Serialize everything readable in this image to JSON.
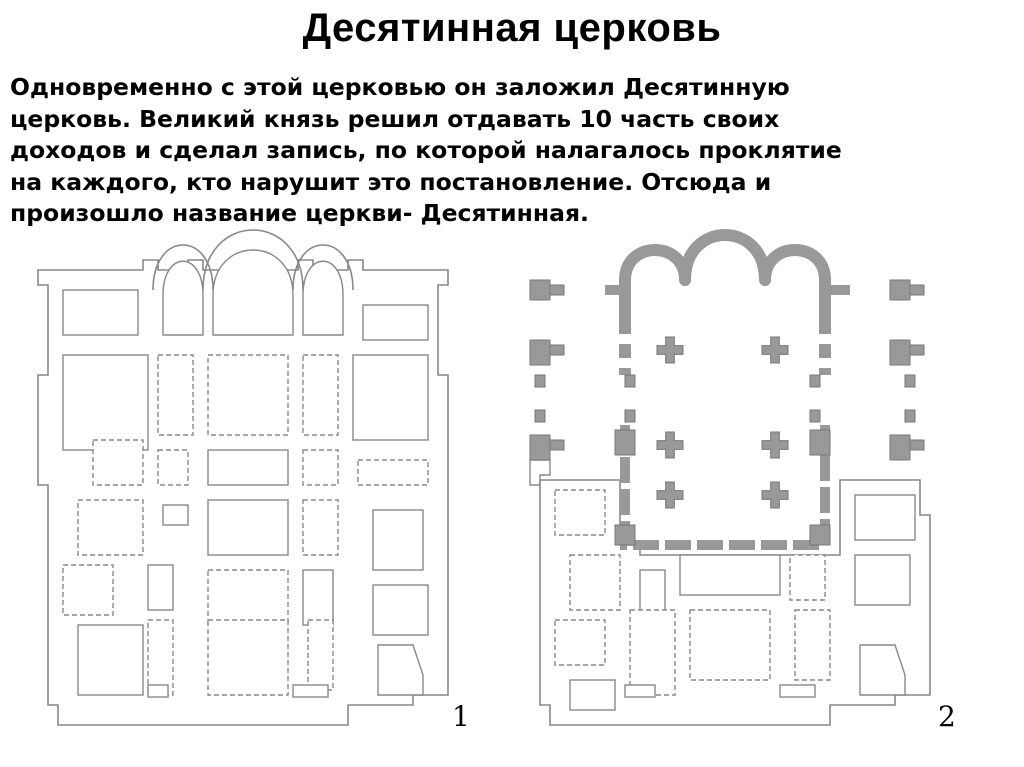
{
  "slide": {
    "title": "Десятинная церковь",
    "paragraph_lines": [
      "Одновременно с этой церковью он заложил Десятинную",
      "церковь. Великий князь решил отдавать 10 часть своих",
      "доходов и сделал запись, по которой налагалось проклятие",
      "на каждого, кто нарушит это постановление. Отсюда и",
      "произошло название церкви- Десятинная."
    ]
  },
  "figures": [
    {
      "number": "1",
      "kind": "floor-plan",
      "wall_color": "#888888",
      "fill": "#ffffff"
    },
    {
      "number": "2",
      "kind": "floor-plan",
      "wall_color": "#888888",
      "highlight_color": "#999999"
    }
  ]
}
